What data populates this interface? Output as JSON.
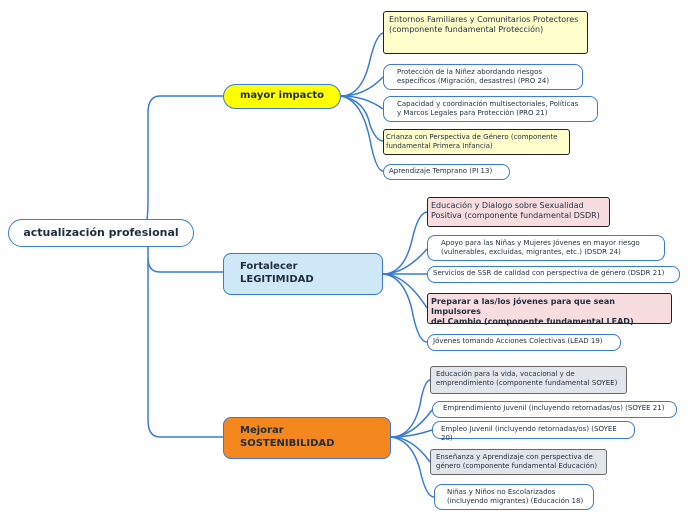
{
  "root": {
    "label": "actualización profesional"
  },
  "branches": [
    {
      "label": "mayor impacto",
      "children": [
        "Entornos Familiares y Comunitarios Protectores\n(componente fundamental Protección)",
        "Protección de la Niñez abordando riesgos\nespecíficos (Migración, desastres) (PRO 24)",
        "Capacidad y coordinación multisectoriales, Políticas\ny Marcos Legales para Protección (PRO 21)",
        "Crianza con Perspectiva de Género (componente\nfundamental Primera Infancia)",
        "Aprendizaje Temprano (PI 13)"
      ]
    },
    {
      "label": "Fortalecer\nLEGITIMIDAD",
      "children": [
        "Educación y Dialogo sobre Sexualidad\nPositiva (componente fundamental DSDR)",
        "Apoyo para las Niñas y Mujeres Jóvenes en mayor riesgo\n(vulnerables, excluidas, migrantes, etc.) (DSDR 24)",
        "Servicios de SSR de calidad con perspectiva de género (DSDR 21)",
        "Preparar a las/los jóvenes para que sean Impulsores\ndel Cambio (componente fundamental LEAD)",
        "Jóvenes tomando Acciones Colectivas (LEAD 19)"
      ]
    },
    {
      "label": "Mejorar\nSOSTENIBILIDAD",
      "children": [
        "Educación para la vida, vocacional y de\nemprendimiento (componente fundamental SOYEE)",
        "Emprendimiento Juvenil (incluyendo retornadas/os) (SOYEE 21)",
        "Empleo Juvenil (incluyendo retornadas/os) (SOYEE 20)",
        "Enseñanza y Aprendizaje con perspectiva de\ngénero (componente fundamental Educación)",
        "Niñas y Niños no Escolarizados\n(incluyendo migrantes) (Educación 18)"
      ]
    }
  ]
}
